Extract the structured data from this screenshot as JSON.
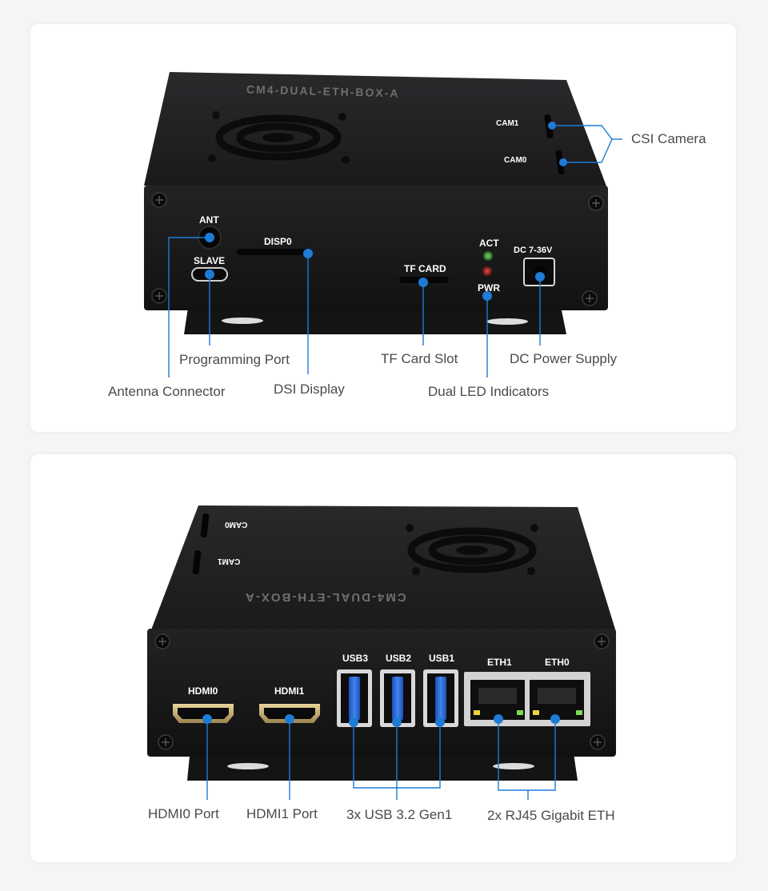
{
  "colors": {
    "accent": "#1e7bd6",
    "case": "#1f1f21",
    "case_face": "#18181a",
    "usb_blue": "#2f6fd8",
    "label": "#4a4a4a"
  },
  "top_view": {
    "case_engraving": "CM4-DUAL-ETH-BOX-A",
    "markings": {
      "cam1": "CAM1",
      "cam0": "CAM0",
      "ant": "ANT",
      "slave": "SLAVE",
      "disp0": "DISP0",
      "tf_card": "TF CARD",
      "act": "ACT",
      "pwr": "PWR",
      "dc": "DC 7-36V"
    },
    "callouts": {
      "csi_camera": "CSI Camera",
      "programming_port": "Programming Port",
      "antenna_connector": "Antenna Connector",
      "dsi_display": "DSI Display",
      "tf_card_slot": "TF Card Slot",
      "dual_led_indicators": "Dual LED Indicators",
      "dc_power_supply": "DC Power Supply"
    }
  },
  "bottom_view": {
    "case_engraving": "CM4-DUAL-ETH-BOX-A",
    "markings": {
      "cam0": "CAM0",
      "cam1": "CAM1",
      "hdmi0": "HDMI0",
      "hdmi1": "HDMI1",
      "usb3": "USB3",
      "usb2": "USB2",
      "usb1": "USB1",
      "eth1": "ETH1",
      "eth0": "ETH0"
    },
    "callouts": {
      "hdmi0_port": "HDMI0 Port",
      "hdmi1_port": "HDMI1 Port",
      "usb": "3x USB 3.2 Gen1",
      "rj45": "2x RJ45 Gigabit ETH"
    }
  }
}
